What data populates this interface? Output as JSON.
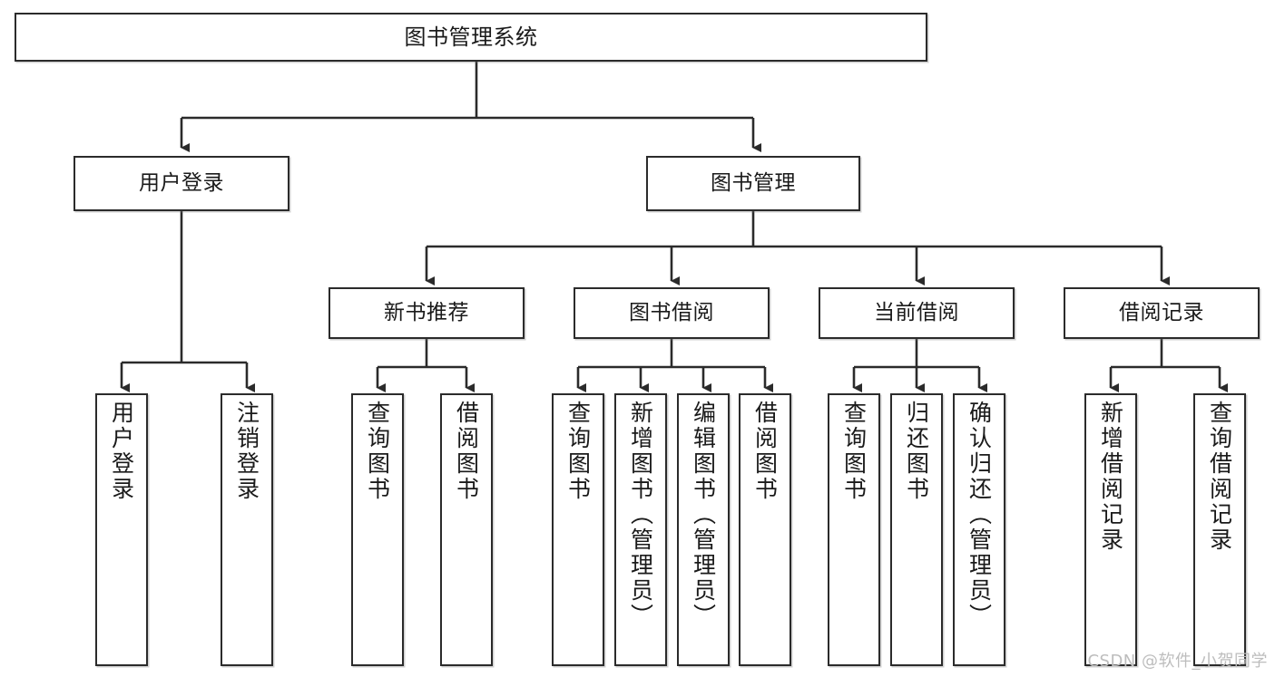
{
  "diagram": {
    "title": "图书管理系统",
    "watermark": "CSDN @软件_小贺同学",
    "colors": {
      "stroke": "#2b2b2b",
      "fill": "#ffffff",
      "text": "#1a1a1a",
      "watermark": "#bdbdbd"
    },
    "root": {
      "label": "图书管理系统"
    },
    "level2": [
      {
        "label": "用户登录"
      },
      {
        "label": "图书管理"
      }
    ],
    "level3": [
      {
        "label": "新书推荐"
      },
      {
        "label": "图书借阅"
      },
      {
        "label": "当前借阅"
      },
      {
        "label": "借阅记录"
      }
    ],
    "leaves": {
      "user_login": [
        {
          "label": "用户登录"
        },
        {
          "label": "注销登录"
        }
      ],
      "new_book_recommend": [
        {
          "label": "查询图书"
        },
        {
          "label": "借阅图书"
        }
      ],
      "book_borrow": [
        {
          "label": "查询图书"
        },
        {
          "label": "新增图书（管理员）"
        },
        {
          "label": "编辑图书（管理员）"
        },
        {
          "label": "借阅图书"
        }
      ],
      "current_borrow": [
        {
          "label": "查询图书"
        },
        {
          "label": "归还图书"
        },
        {
          "label": "确认归还（管理员）"
        }
      ],
      "borrow_records": [
        {
          "label": "新增借阅记录"
        },
        {
          "label": "查询借阅记录"
        }
      ]
    }
  }
}
